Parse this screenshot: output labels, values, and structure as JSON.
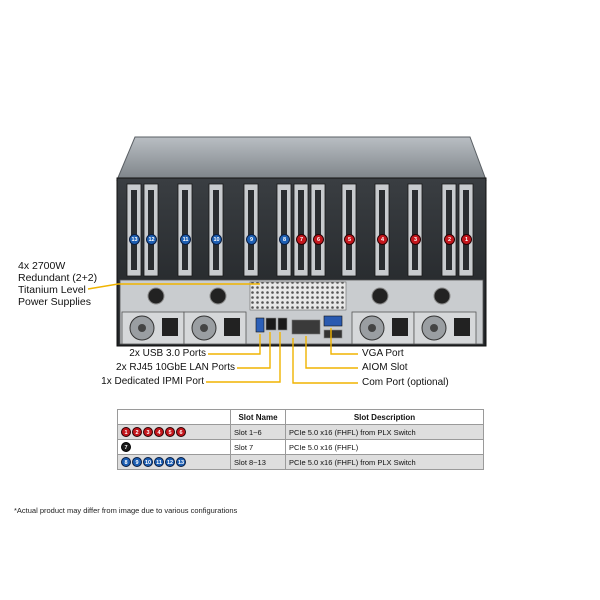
{
  "callouts": {
    "psu_line1": "4x 2700W",
    "psu_line2": "Redundant (2+2)",
    "psu_line3": "Titanium Level",
    "psu_line4": "Power Supplies",
    "usb": "2x USB 3.0 Ports",
    "lan": "2x RJ45 10GbE LAN Ports",
    "ipmi": "1x Dedicated IPMI Port",
    "vga": "VGA Port",
    "aiom": "AIOM Slot",
    "com": "Com Port (optional)"
  },
  "slot_markers": [
    {
      "num": "13",
      "color": "blue"
    },
    {
      "num": "12",
      "color": "blue"
    },
    {
      "num": "11",
      "color": "blue"
    },
    {
      "num": "10",
      "color": "blue"
    },
    {
      "num": "9",
      "color": "blue"
    },
    {
      "num": "8",
      "color": "blue"
    },
    {
      "num": "7",
      "color": "red"
    },
    {
      "num": "6",
      "color": "red"
    },
    {
      "num": "5",
      "color": "red"
    },
    {
      "num": "4",
      "color": "red"
    },
    {
      "num": "3",
      "color": "red"
    },
    {
      "num": "2",
      "color": "red"
    },
    {
      "num": "1",
      "color": "red"
    }
  ],
  "table": {
    "header_name": "Slot Name",
    "header_desc": "Slot Description",
    "rows": [
      {
        "dots": [
          "1",
          "2",
          "3",
          "4",
          "5",
          "6"
        ],
        "dot_color": "red",
        "name": "Slot 1~6",
        "desc": "PCIe 5.0 x16 (FHFL) from PLX Switch"
      },
      {
        "dots": [
          "7"
        ],
        "dot_color": "blk",
        "name": "Slot 7",
        "desc": "PCIe 5.0 x16 (FHFL)"
      },
      {
        "dots": [
          "8",
          "9",
          "10",
          "11",
          "12",
          "13"
        ],
        "dot_color": "blue",
        "name": "Slot 8~13",
        "desc": "PCIe 5.0 x16 (FHFL) from PLX Switch"
      }
    ]
  },
  "footnote": "*Actual product may differ from image due to various configurations",
  "colors": {
    "callout_line": "#f0b400",
    "chassis_top": "#8a9096",
    "chassis_body": "#2b2e31",
    "slot_red": "#c4161c",
    "slot_blue": "#1d5fb3"
  }
}
